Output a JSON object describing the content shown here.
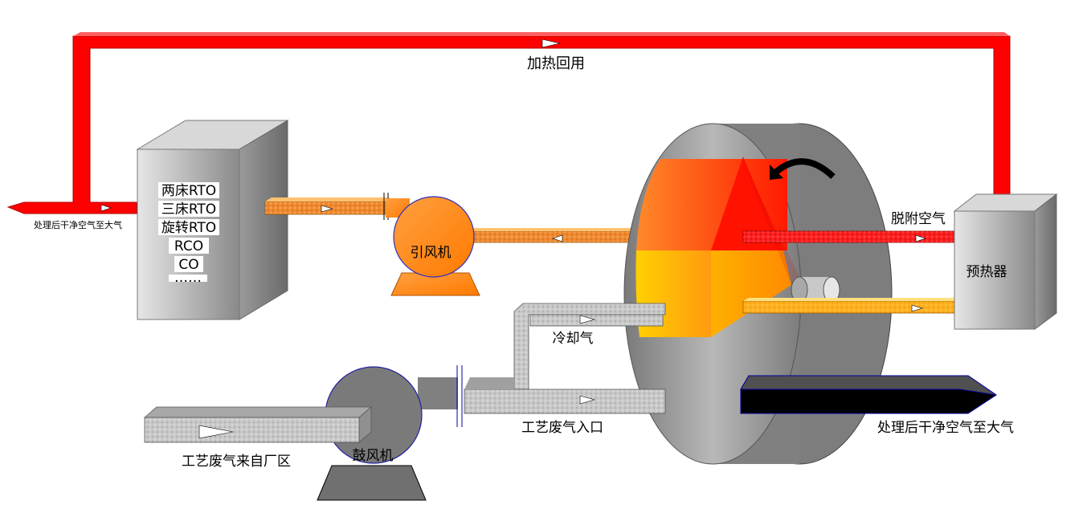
{
  "labels": {
    "recycle": "加热回用",
    "exhaust_left": "处理后干净空气至大气",
    "induced_fan": "引风机",
    "desorption_air": "脱附空气",
    "preheater": "预热器",
    "cooling_air": "冷却气",
    "inlet": "工艺废气入口",
    "exhaust_right": "处理后干净空气至大气",
    "source": "工艺废气来自厂区",
    "blower": "鼓风机"
  },
  "furnace_options": [
    "两床RTO",
    "三床RTO",
    "旋转RTO",
    "RCO",
    "CO",
    "……"
  ],
  "colors": {
    "hot_pipe": "#ff0000",
    "orange_pipe": "#f08020",
    "yellow_pipe": "#ffb000",
    "gray_pipe": "#c0c0c0",
    "exhaust_pipe": "#000000",
    "wheel": "#808080"
  }
}
